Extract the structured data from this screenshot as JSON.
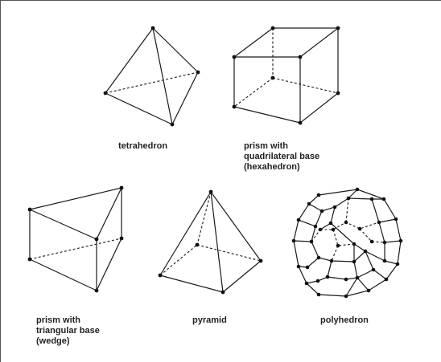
{
  "shapes": [
    {
      "key": "tetrahedron",
      "label_lines": [
        "tetrahedron"
      ]
    },
    {
      "key": "hexahedron",
      "label_lines": [
        "prism with",
        "quadrilateral base",
        "(hexahedron)"
      ]
    },
    {
      "key": "wedge",
      "label_lines": [
        "prism with",
        "triangular base",
        "(wedge)"
      ]
    },
    {
      "key": "pyramid",
      "label_lines": [
        "pyramid"
      ]
    },
    {
      "key": "polyhedron",
      "label_lines": [
        "polyhedron"
      ]
    }
  ],
  "colors": {
    "line": "#1a1a1a",
    "vertex": "#111111",
    "border": "#555555",
    "background": "#ffffff"
  }
}
